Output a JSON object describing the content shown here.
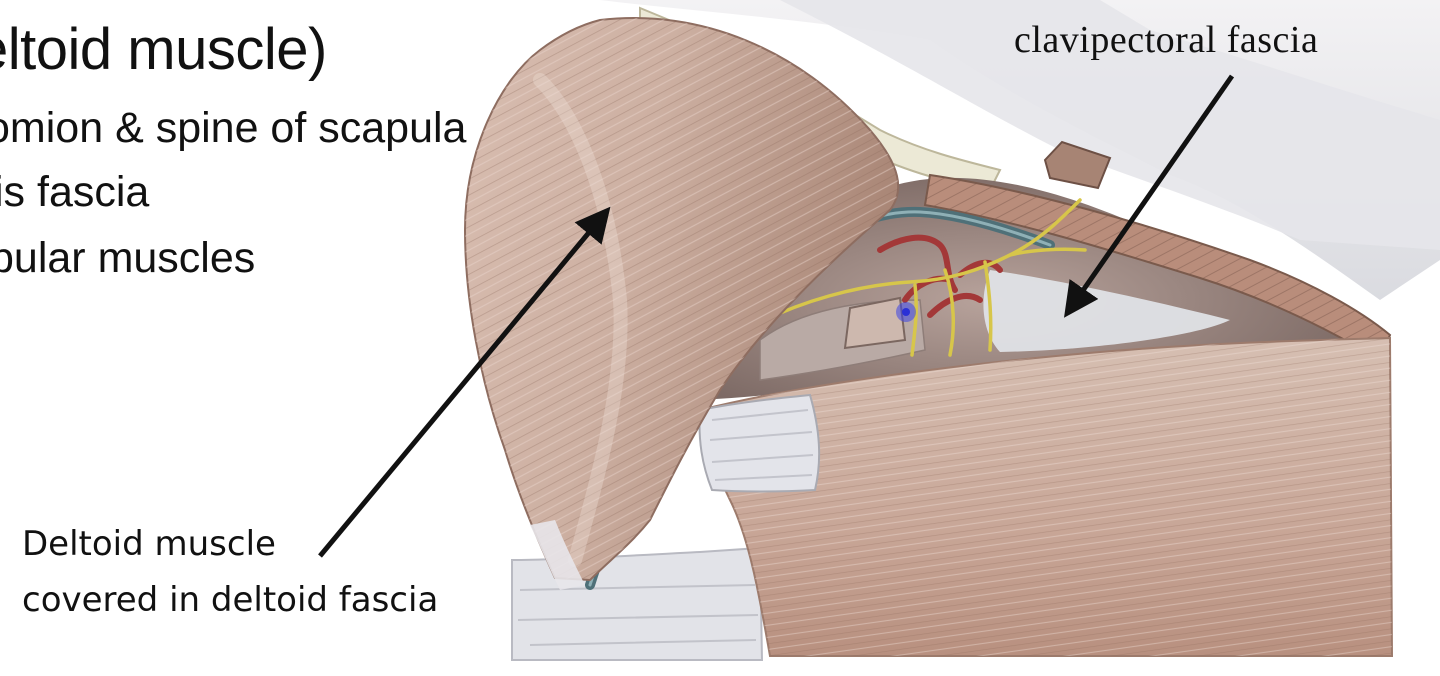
{
  "left_text": {
    "heading": "eltoid muscle)",
    "bullets": [
      "omion & spine of scapula",
      "is fascia",
      "pular muscles"
    ]
  },
  "labels": {
    "clavipectoral": "clavipectoral fascia",
    "deltoid_line1": "Deltoid muscle",
    "deltoid_line2": "covered in deltoid fascia"
  },
  "colors": {
    "muscle": "#c9a99a",
    "muscle_dark": "#8e6d60",
    "tendon": "#dcdde2",
    "vein": "#5b7f86",
    "artery": "#a43b3b",
    "nerve": "#d8c64a",
    "marker": "#3d44e6"
  }
}
